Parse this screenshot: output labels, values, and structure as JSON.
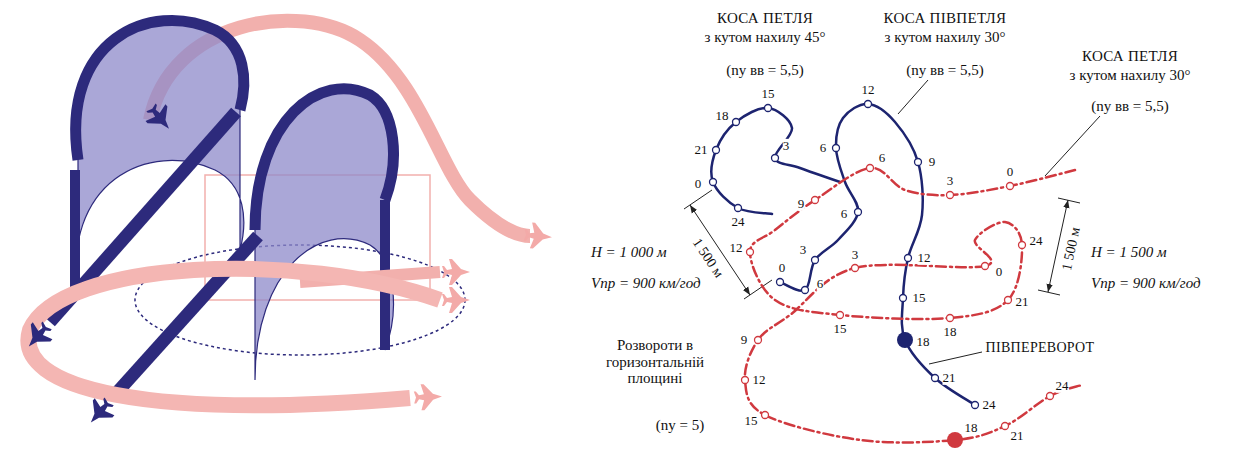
{
  "diagram": {
    "labels": [
      "КОСА ПЕТЛЯ",
      "з кутом нахилу 45°",
      "(ny вв = 5,5)",
      "КОСА ПІВПЕТЛЯ",
      "з кутом нахилу 30°",
      "(ny вв = 5,5)",
      "КОСА ПЕТЛЯ",
      "з кутом нахилу 30°",
      "(ny вв = 5,5)",
      "H = 1 000 м",
      "Vпр = 900 км/год",
      "1 500 м",
      "1 500 м",
      "H = 1 500 м",
      "Vпр = 900 км/год",
      "ПІВПЕРЕВОРОТ",
      "Розвороти в горизонтальній площині",
      "(ny = 5)",
      "24",
      "21",
      "18",
      "15",
      "12",
      "9",
      "12",
      "6",
      "6",
      "3",
      "6",
      "0",
      "3",
      "15",
      "18",
      "21",
      "0",
      "24",
      "0",
      "3",
      "6",
      "9",
      "12",
      "15",
      "18",
      "21",
      "24",
      "0",
      "3",
      "9",
      "12",
      "15",
      "18",
      "21",
      "24"
    ]
  }
}
